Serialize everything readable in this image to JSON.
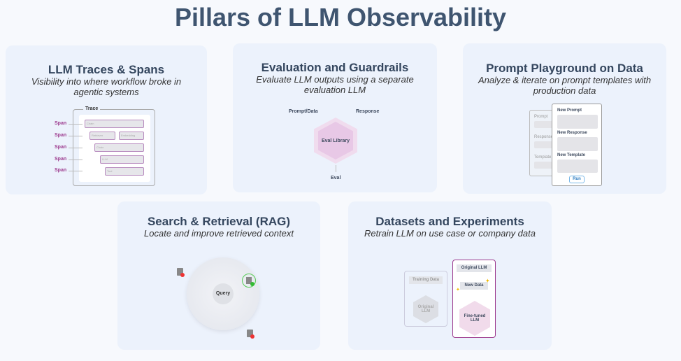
{
  "title": "Pillars of LLM Observability",
  "cards": [
    {
      "title": "LLM Traces & Spans",
      "subtitle": "Visibility into where workflow broke in agentic systems",
      "diagram": {
        "trace_label": "Trace",
        "span_label": "Span",
        "boxes": [
          "Chain",
          "Retriever",
          "Embedding",
          "Chain",
          "LLM",
          "Tool"
        ]
      }
    },
    {
      "title": "Evaluation and Guardrails",
      "subtitle": "Evaluate LLM outputs using a separate evaluation LLM",
      "diagram": {
        "input": "Prompt/Data",
        "response": "Response",
        "center": "Eval Library",
        "output": "Eval"
      }
    },
    {
      "title": "Prompt Playground on Data",
      "subtitle": "Analyze & iterate on prompt templates with production data",
      "diagram": {
        "back": [
          "Prompt",
          "Response",
          "Template"
        ],
        "front": [
          "New Prompt",
          "New Response",
          "New Template"
        ],
        "run": "Run"
      }
    },
    {
      "title": "Search & Retrieval (RAG)",
      "subtitle": "Locate and improve retrieved context",
      "diagram": {
        "center": "Query"
      }
    },
    {
      "title": "Datasets and Experiments",
      "subtitle": "Retrain LLM on use case or company data",
      "diagram": {
        "training": "Training Data",
        "original": "Original LLM",
        "orig_box": "Original LLM",
        "new_data": "New Data",
        "fine_tuned": "Fine-tuned LLM"
      }
    }
  ],
  "colors": {
    "accent": "#9c3a8e",
    "card": "#ecf2fc",
    "title": "#3f5570"
  }
}
